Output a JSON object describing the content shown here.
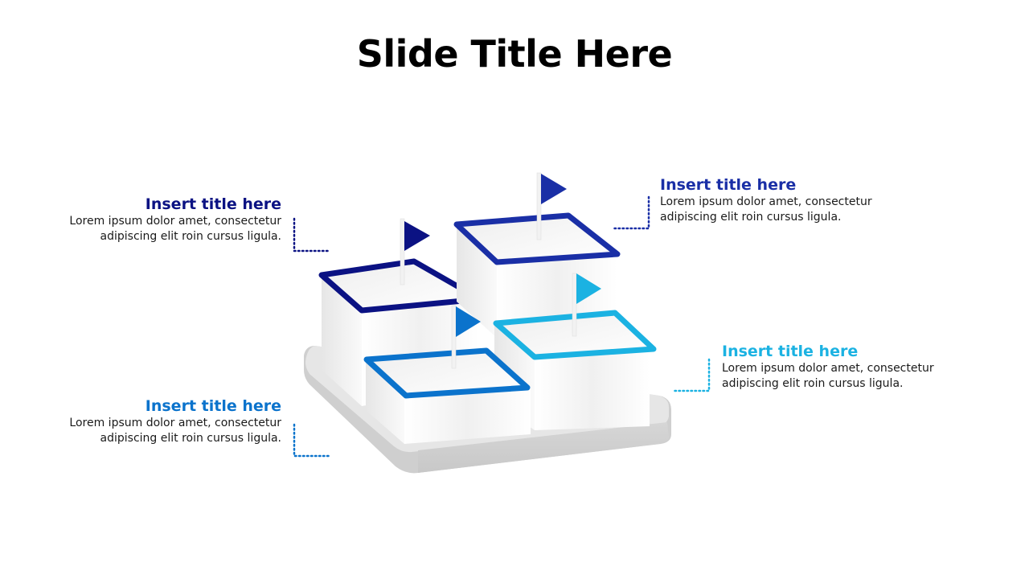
{
  "slide": {
    "title": "Slide Title Here"
  },
  "colors": {
    "navy": "#0b1283",
    "royal": "#1a2fa6",
    "blue": "#0b73cc",
    "cyan": "#1bb2e2",
    "base": "#d2d2d2"
  },
  "callouts": [
    {
      "id": "top-left",
      "title": "Insert title here",
      "line1": "Lorem ipsum dolor amet, consectetur",
      "line2": "adipiscing elit roin cursus ligula.",
      "color": "#0b1283"
    },
    {
      "id": "top-right",
      "title": "Insert title here",
      "line1": "Lorem ipsum dolor amet, consectetur",
      "line2": "adipiscing elit roin cursus ligula.",
      "color": "#1a2fa6"
    },
    {
      "id": "bottom-right",
      "title": "Insert title here",
      "line1": "Lorem ipsum dolor amet, consectetur",
      "line2": "adipiscing elit roin cursus ligula.",
      "color": "#1bb2e2"
    },
    {
      "id": "bottom-left",
      "title": "Insert title here",
      "line1": "Lorem ipsum dolor amet, consectetur",
      "line2": "adipiscing elit roin cursus ligula.",
      "color": "#0b73cc"
    }
  ]
}
